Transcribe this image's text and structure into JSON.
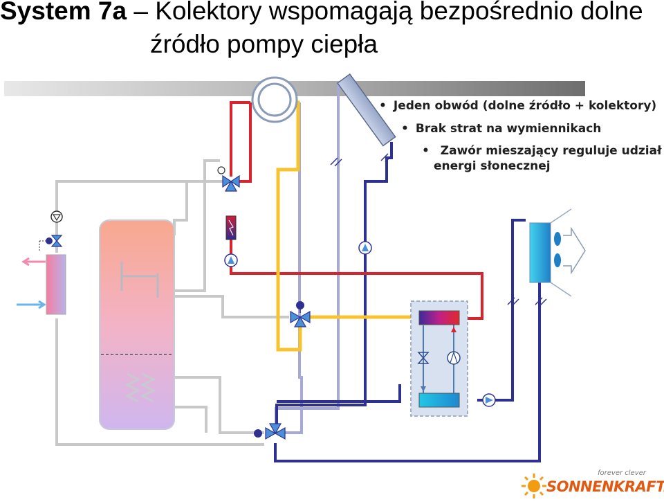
{
  "title": {
    "bold": "System 7a",
    "rest": " – Kolektory wspomagają bezpośrednio dolne",
    "line2": "źródło pompy ciepła"
  },
  "bullets": [
    "Jeden obwód (dolne źródło + kolektory)",
    "Brak strat na wymiennikach",
    "Zawór mieszający reguluje udział",
    "energi słonecznej"
  ],
  "logo": {
    "tagline": "forever clever",
    "brand": "SONNENKRAFT."
  },
  "colors": {
    "hot_red": "#d9232d",
    "yellow": "#f7c32e",
    "dark_blue": "#2e3192",
    "light_blue_purple": "#a6a8d6",
    "gray": "#c8c8c8",
    "tank_top": "#f9b29a",
    "tank_bottom": "#d9b2ee",
    "pump_blue": "#4a90d9"
  }
}
